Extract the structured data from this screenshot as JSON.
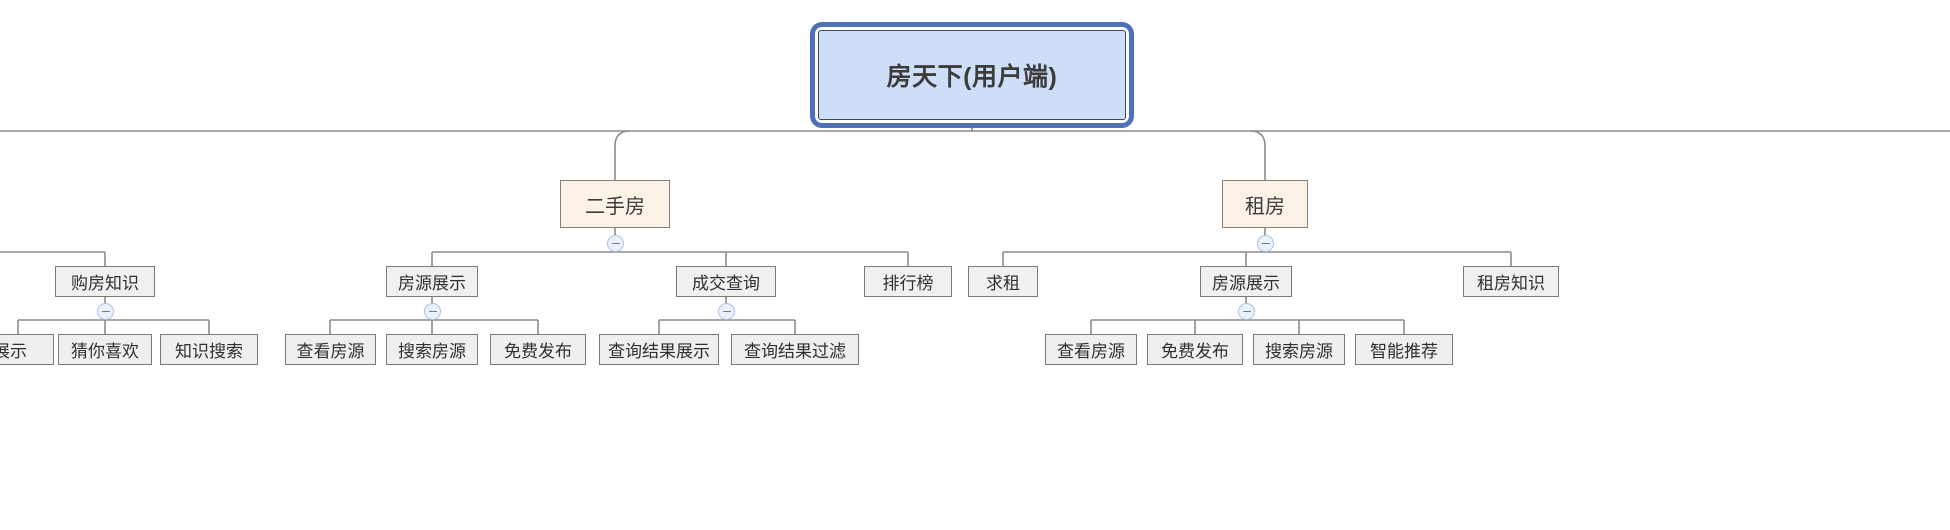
{
  "diagram": {
    "type": "mindmap-tree",
    "title": "房天下(用户端)",
    "orientation": "top-down",
    "colors": {
      "root_fill": "#cfdef7",
      "root_ring": "#4e71b8",
      "level2_fill": "#fcf2e8",
      "level2_border": "#8a7f74",
      "level3_fill": "#f0f0f0",
      "node_border": "#7a7a7a",
      "edge": "#888888",
      "toggle_fill": "#eaf1fb",
      "toggle_border": "#a9c2e8"
    }
  },
  "root": {
    "label": "房天下(用户端)"
  },
  "toggles": {
    "icon": "minus-circle-icon",
    "state": "expanded",
    "items": [
      {
        "name": "toggle-ershoufang"
      },
      {
        "name": "toggle-zufang"
      },
      {
        "name": "toggle-goufangzhishi"
      },
      {
        "name": "toggle-fangyuanzhanshi-sale"
      },
      {
        "name": "toggle-chengjiaochaxun"
      },
      {
        "name": "toggle-fangyuanzhanshi-rent"
      }
    ]
  },
  "branches": [
    {
      "id": "ershoufang",
      "label": "二手房",
      "children": [
        {
          "id": "fangyuanzhanshi-sale",
          "label": "房源展示",
          "children": [
            {
              "label": "查看房源"
            },
            {
              "label": "搜索房源"
            },
            {
              "label": "免费发布"
            }
          ]
        },
        {
          "id": "chengjiaochaxun",
          "label": "成交查询",
          "children": [
            {
              "label": "查询结果展示"
            },
            {
              "label": "查询结果过滤"
            }
          ]
        },
        {
          "id": "paihangbang",
          "label": "排行榜",
          "children": []
        }
      ]
    },
    {
      "id": "zufang",
      "label": "租房",
      "children": [
        {
          "id": "qiuzu",
          "label": "求租",
          "children": []
        },
        {
          "id": "fangyuanzhanshi-rent",
          "label": "房源展示",
          "children": [
            {
              "label": "查看房源"
            },
            {
              "label": "免费发布"
            },
            {
              "label": "搜索房源"
            },
            {
              "label": "智能推荐"
            }
          ]
        },
        {
          "id": "zufangzhishi",
          "label": "租房知识",
          "children": []
        }
      ]
    }
  ],
  "offscreen_left": {
    "note_visible_only": true,
    "level3": {
      "label": "购房知识"
    },
    "level4": [
      {
        "label": "展示",
        "clipped": true
      },
      {
        "label": "猜你喜欢"
      },
      {
        "label": "知识搜索"
      }
    ]
  }
}
